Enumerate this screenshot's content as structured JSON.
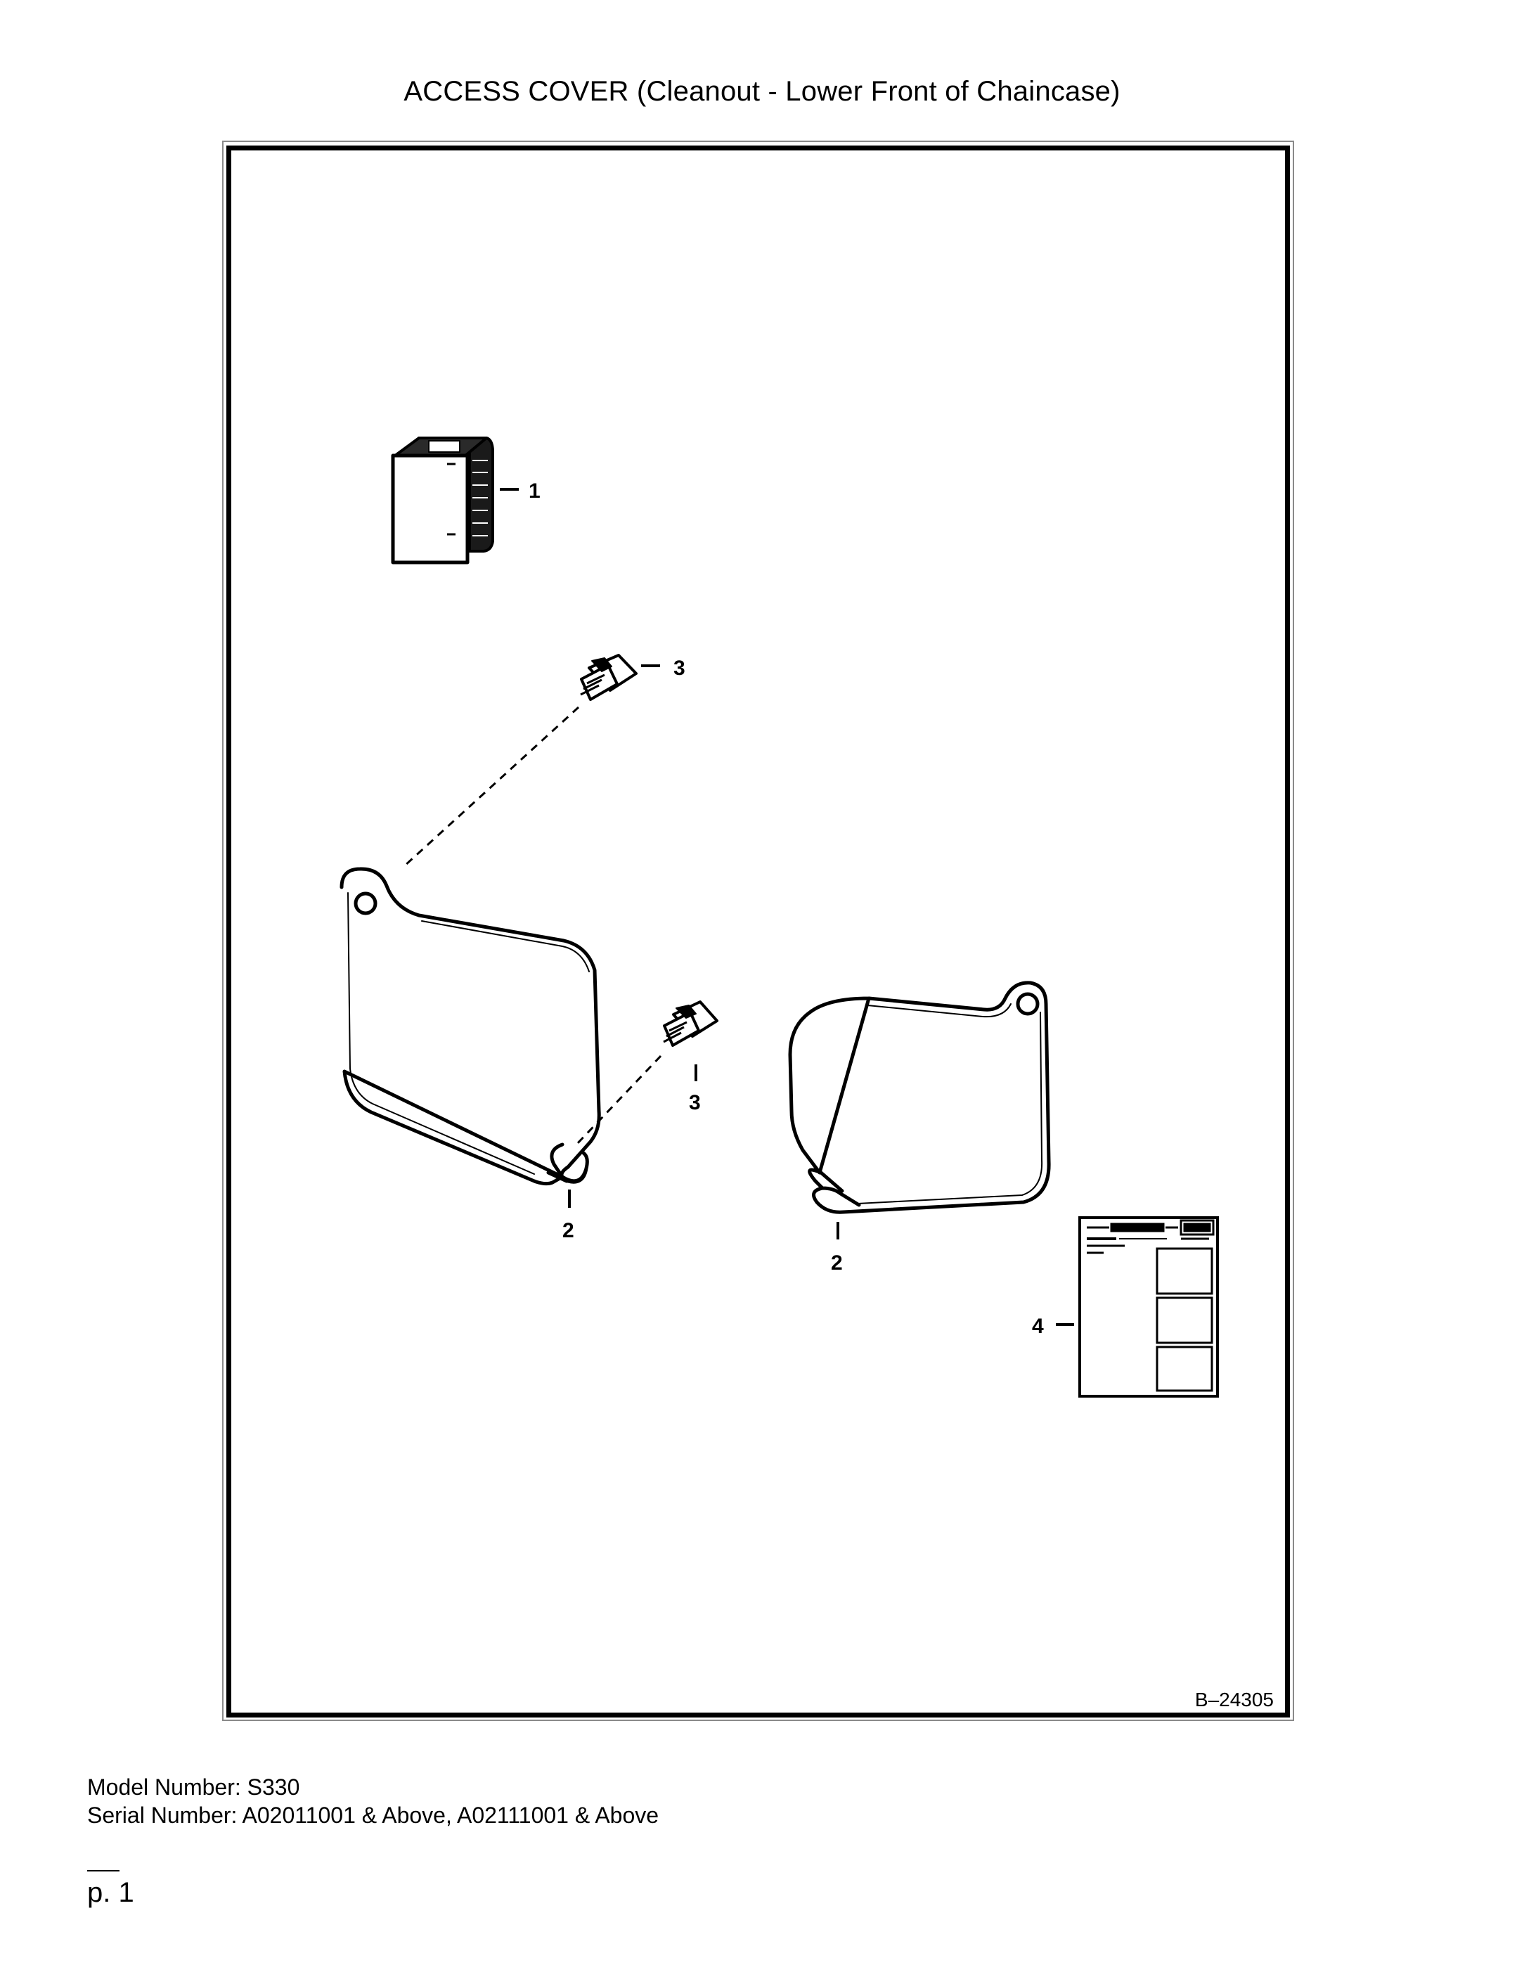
{
  "title": "ACCESS COVER (Cleanout - Lower Front of Chaincase)",
  "diagram": {
    "reference": "B–24305",
    "callouts": [
      {
        "id": "1",
        "label": "1"
      },
      {
        "id": "3a",
        "label": "3"
      },
      {
        "id": "3b",
        "label": "3"
      },
      {
        "id": "2a",
        "label": "2"
      },
      {
        "id": "2b",
        "label": "2"
      },
      {
        "id": "4",
        "label": "4"
      }
    ]
  },
  "model_line": "Model Number: S330",
  "serial_line": "Serial Number: A02011001 & Above, A02111001 & Above",
  "page": "p. 1"
}
